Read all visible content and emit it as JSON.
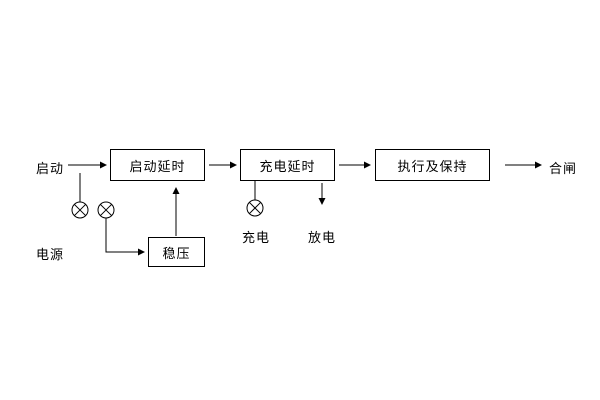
{
  "diagram": {
    "labels": {
      "start": "启动",
      "power": "电源",
      "charge": "充电",
      "discharge": "放电",
      "close": "合闸"
    },
    "boxes": {
      "start_delay": "启动延时",
      "charge_delay": "充电延时",
      "execute_hold": "执行及保持",
      "regulator": "稳压"
    },
    "icons": {
      "crossed_circle_1": "lamp-icon",
      "crossed_circle_2": "lamp-icon",
      "crossed_circle_charge": "lamp-icon"
    },
    "colors": {
      "line": "#000000",
      "text": "#000000",
      "background": "#ffffff"
    }
  }
}
